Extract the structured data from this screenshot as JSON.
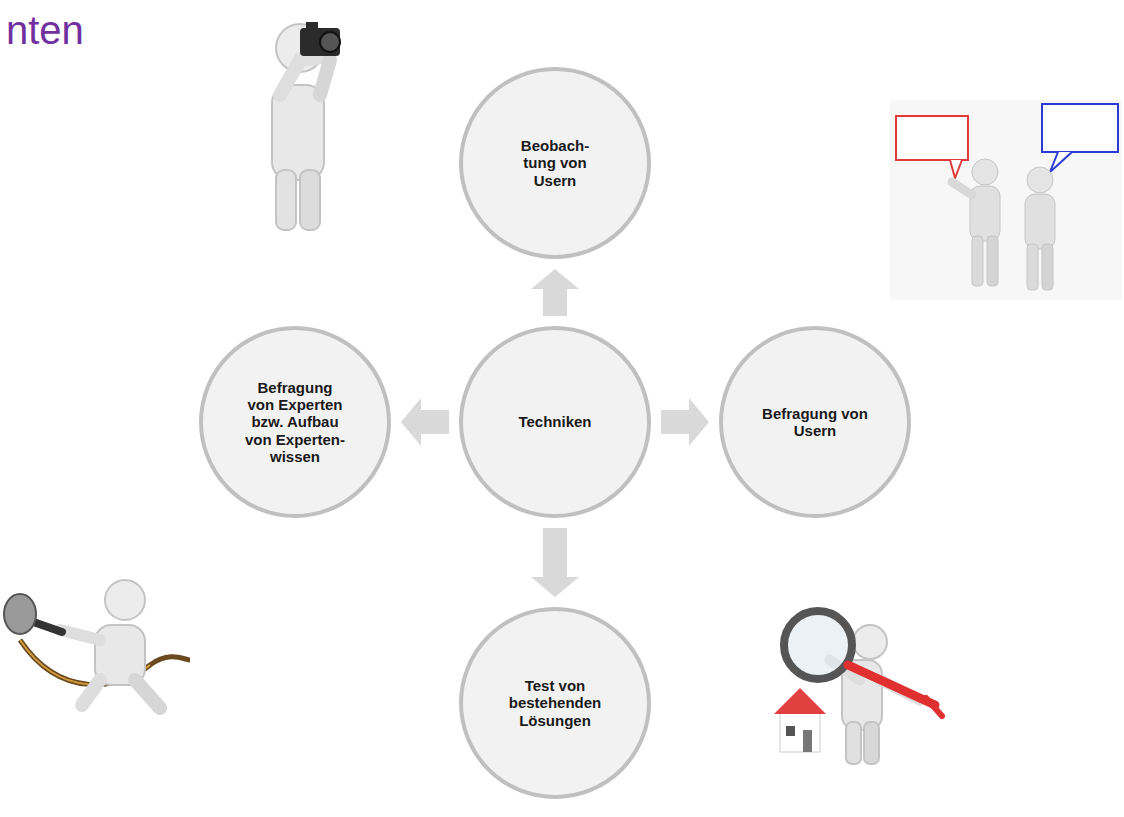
{
  "diagram": {
    "title": "nten",
    "nodes": [
      {
        "text": [
          "Beobach- tung von Usern"
        ]
      },
      {
        "text": [
          "Befragung von Experten bzw. Aufbau von Experten- wissen"
        ]
      },
      {
        "text": [
          "Techniken"
        ]
      },
      {
        "text": [
          "Befragung von Usern"
        ]
      },
      {
        "text": [
          "Test von bestehenden Lösungen"
        ]
      }
    ],
    "edges": [
      {
        "from": 2,
        "to": 0,
        "arrow": "to"
      },
      {
        "from": 2,
        "to": 1,
        "arrow": "to"
      },
      {
        "from": 2,
        "to": 3,
        "arrow": "to"
      },
      {
        "from": 2,
        "to": 4,
        "arrow": "to"
      }
    ]
  }
}
